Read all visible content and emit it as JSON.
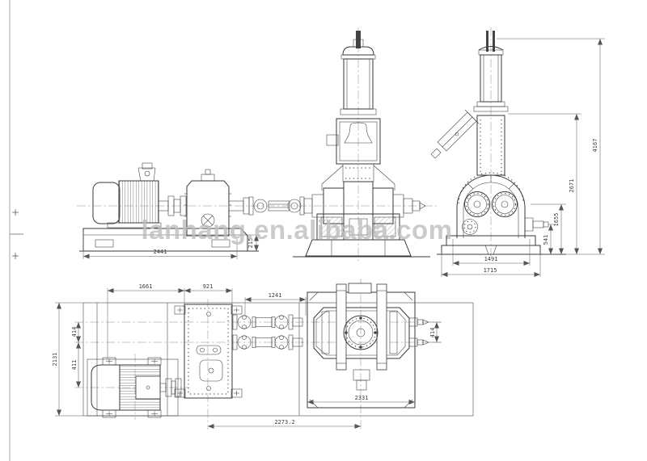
{
  "sheet": {
    "background": "#ffffff",
    "line_color": "#3a3a3a",
    "center_mark": "+"
  },
  "watermark": {
    "text": "lanhang.en.alibaba.com",
    "color": "#bdbdbd"
  },
  "dims": {
    "drive_overall_length": "2441",
    "drive_base_height": "215",
    "end_rotor_span": "1491",
    "end_base_width": "1715",
    "end_shaft_height": "541",
    "end_rotor_height": "1655",
    "end_body_height": "2671",
    "end_total_height": "4167",
    "plan_motor_length": "1661",
    "plan_gearbox_length": "921",
    "plan_cardan_length": "1241",
    "plan_overall_width": "2131",
    "plan_rotor_spacing_left": "414",
    "plan_motor_axis_offset": "411",
    "plan_rotor_spacing_right": "414",
    "plan_bedplate_length": "2331",
    "plan_center_distance": "2273.2"
  }
}
